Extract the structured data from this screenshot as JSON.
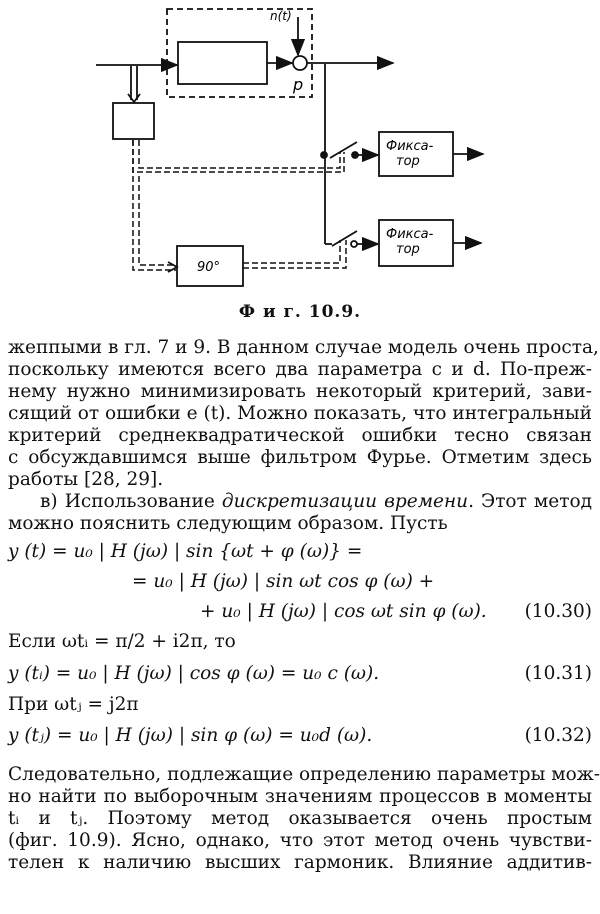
{
  "figure": {
    "noise_label": "n(t)",
    "sum_label": "p",
    "phase_block_label": "90°",
    "holder_label_1": "Фикса-",
    "holder_label_2": "тор",
    "caption": "Ф и г.  10.9."
  },
  "paragraph1": [
    "жеппыми в гл. 7 и 9. В данном случае модель очень проста,",
    "поскольку имеются всего два параметра c и d. По-преж-",
    "нему нужно минимизировать некоторый критерий, зави-",
    "сящий от ошибки e (t). Можно показать, что интегральный",
    "критерий среднеквадратической ошибки тесно связан",
    "с обсуждавшимся выше фильтром Фурье. Отметим здесь",
    "работы [28, 29]."
  ],
  "paragraph2": {
    "lead": "в) Использование ",
    "italic": "дискретизации времени",
    "rest": ". Этот метод",
    "line2": "можно пояснить следующим образом. Пусть"
  },
  "equations": {
    "eq30_l1": "y (t) = u₀ | H (jω) | sin {ωt + φ (ω)} =",
    "eq30_l2": "= u₀ | H (jω) | sin ωt cos φ (ω) +",
    "eq30_l3": "+ u₀ | H (jω) | cos ωt sin φ (ω).",
    "eq30_num": "(10.30)",
    "cond1": "Если ωtᵢ = π/2 + i2π, то",
    "eq31": "y (tᵢ) = u₀ | H (jω) | cos φ (ω) = u₀ c (ω).",
    "eq31_num": "(10.31)",
    "cond2": "При ωtⱼ = j2π",
    "eq32": "y (tⱼ) = u₀ | H (jω) | sin φ (ω) = u₀d (ω).",
    "eq32_num": "(10.32)"
  },
  "paragraph3": [
    "Следовательно, подлежащие определению параметры мож-",
    "но найти по выборочным значениям процессов в моменты",
    "tᵢ и tⱼ. Поэтому метод оказывается очень простым",
    "(фиг. 10.9). Ясно, однако, что этот метод очень чувстви-",
    "телен к наличию высших гармоник. Влияние аддитив-"
  ]
}
